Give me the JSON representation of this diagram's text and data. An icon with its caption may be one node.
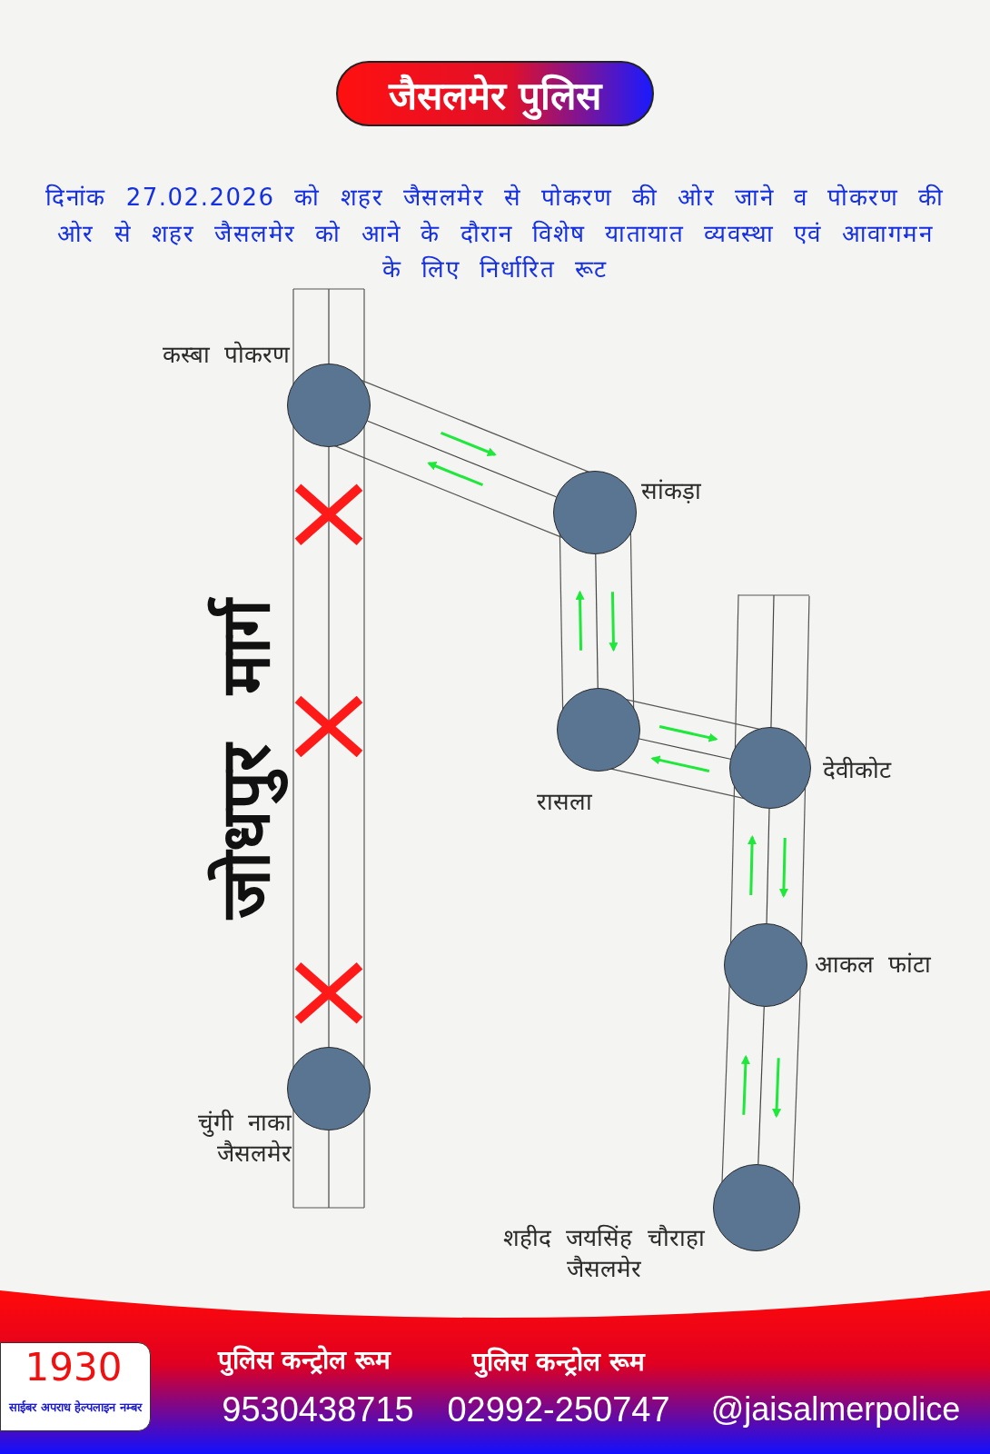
{
  "diagram": {
    "title": "जैसलमेर पुलिस",
    "nodes": [
      {
        "text": [
          "कस्बा पोकरण"
        ]
      },
      {
        "text": [
          "सांकड़ा"
        ]
      },
      {
        "text": [
          "रासला"
        ]
      },
      {
        "text": [
          "देवीकोट"
        ]
      },
      {
        "text": [
          "आकल फांटा"
        ]
      },
      {
        "text": [
          "शहीद जयसिंह चौराहा जैसलमेर"
        ]
      },
      {
        "text": [
          "चुंगी नाका जैसलमेर"
        ]
      }
    ],
    "edges": [
      {
        "from": 0,
        "to": 1,
        "arrow": "none"
      },
      {
        "from": 1,
        "to": 2,
        "arrow": "none"
      },
      {
        "from": 2,
        "to": 3,
        "arrow": "none"
      },
      {
        "from": 3,
        "to": 4,
        "arrow": "none"
      },
      {
        "from": 4,
        "to": 5,
        "arrow": "none"
      },
      {
        "from": 0,
        "to": 6,
        "arrow": "none"
      }
    ],
    "labels": [
      "दिनांक 27.02.2026 को शहर जैसलमेर से पोकरण की ओर जाने व पोकरण की ओर से शहर जैसलमेर को आने के दौरान विशेष यातायात व्यवस्था एवं आवागमन के लिए निर्धारित रूट",
      "जोधपुर मार्ग",
      "1930",
      "साईबर अपराध हेल्पलाइन नम्बर",
      "पुलिस कन्ट्रोल रूम",
      "9530438715",
      "पुलिस कन्ट्रोल रूम",
      "02992-250747",
      "@jaisalmerpolice"
    ]
  }
}
